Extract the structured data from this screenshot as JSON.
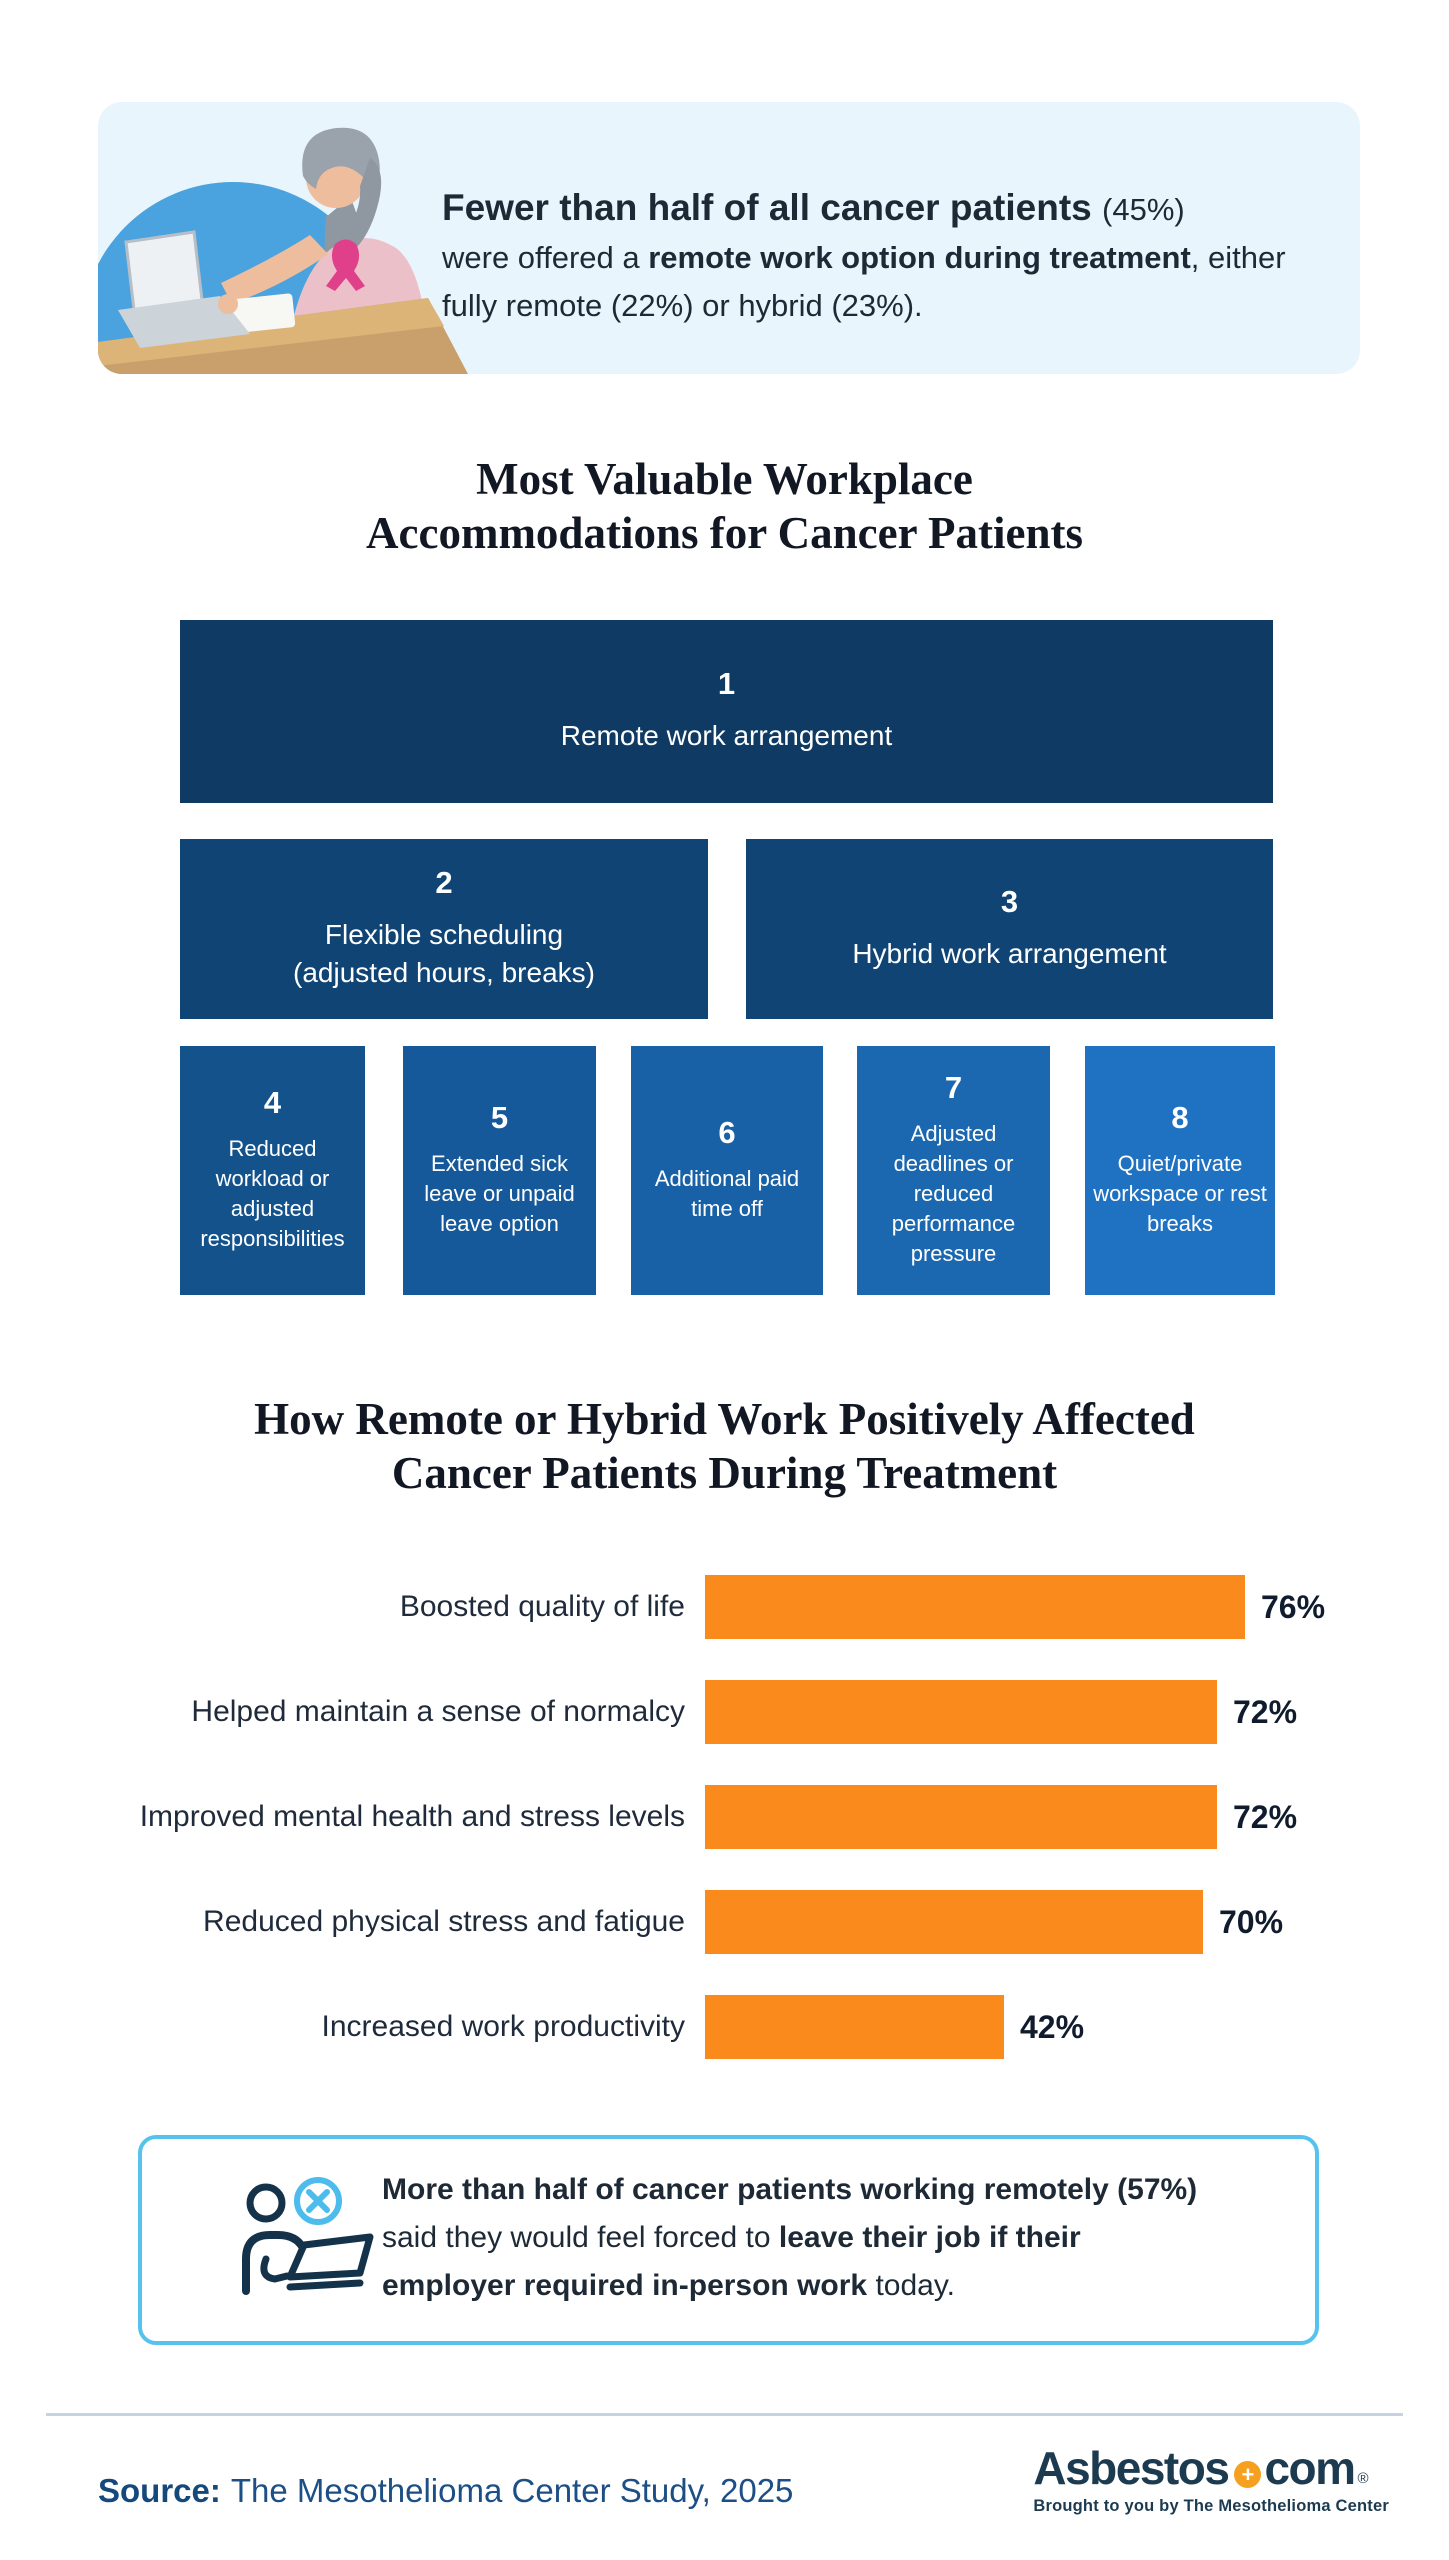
{
  "banner": {
    "bg": "#e9f5fc",
    "image_alt": "cancer patient in headscarf working on a laptop",
    "lines": [
      {
        "cls": "lead",
        "segs": [
          {
            "t": "Fewer than half of all cancer patients",
            "b": true
          },
          {
            "t": " ",
            "b": false
          },
          {
            "t": "(45%)",
            "b": false,
            "s": true
          }
        ]
      },
      {
        "segs": [
          {
            "t": "were offered a ",
            "b": false
          },
          {
            "t": "remote work option during treatment",
            "b": true
          },
          {
            "t": ", either",
            "b": false
          }
        ]
      },
      {
        "segs": [
          {
            "t": "fully remote (22%) or hybrid (23%).",
            "b": false
          }
        ]
      }
    ]
  },
  "section1": {
    "title_lines": [
      "Most Valuable Workplace",
      "Accommodations for Cancer Patients"
    ],
    "items": [
      {
        "rank": "1",
        "label": "Remote work arrangement",
        "color": "#0e3a63"
      },
      {
        "rank": "2",
        "label": "Flexible scheduling\n(adjusted hours, breaks)",
        "color": "#0f4474"
      },
      {
        "rank": "3",
        "label": "Hybrid work arrangement",
        "color": "#0f4474"
      },
      {
        "rank": "4",
        "label": "Reduced workload or adjusted responsibilities",
        "color": "#14528b"
      },
      {
        "rank": "5",
        "label": "Extended sick leave or unpaid leave option",
        "color": "#16599a"
      },
      {
        "rank": "6",
        "label": "Additional paid time off",
        "color": "#1861a6"
      },
      {
        "rank": "7",
        "label": "Adjusted deadlines or reduced performance pressure",
        "color": "#1b68b0"
      },
      {
        "rank": "8",
        "label": "Quiet/private workspace or rest breaks",
        "color": "#1f72c1"
      }
    ]
  },
  "section2": {
    "title_lines": [
      "How Remote or Hybrid Work Positively Affected",
      "Cancer Patients During Treatment"
    ]
  },
  "chart_data": {
    "type": "bar",
    "orientation": "horizontal",
    "title": "How Remote or Hybrid Work Positively Affected Cancer Patients During Treatment",
    "categories": [
      "Boosted quality of life",
      "Helped maintain a sense of normalcy",
      "Improved mental health and stress levels",
      "Reduced physical stress and fatigue",
      "Increased work productivity"
    ],
    "values": [
      76,
      72,
      72,
      70,
      42
    ],
    "value_labels": [
      "76%",
      "72%",
      "72%",
      "70%",
      "42%"
    ],
    "xlim": [
      0,
      100
    ],
    "bar_color": "#f98a1b",
    "grid": false,
    "legend": false
  },
  "callout": {
    "border_color": "#56c3ee",
    "icon": "remote-worker-blocked-icon",
    "lines": [
      {
        "segs": [
          {
            "t": "More than half of cancer patients working remotely (57%)",
            "b": true
          }
        ]
      },
      {
        "segs": [
          {
            "t": "said they would feel forced to ",
            "b": false
          },
          {
            "t": "leave their job if their",
            "b": true
          }
        ]
      },
      {
        "segs": [
          {
            "t": "employer required in-person work",
            "b": true
          },
          {
            "t": " today.",
            "b": false
          }
        ]
      }
    ]
  },
  "footer": {
    "source_label": "Source:",
    "source_value": "The Mesothelioma Center Study, 2025",
    "logo": {
      "name": "Asbestos",
      "plus": "+",
      "tld": "com",
      "registered": "®",
      "tagline": "Brought to you by The Mesothelioma Center",
      "navy": "#1d3b50",
      "orange": "#f6a01f"
    }
  },
  "colors": {
    "accent_blue": "#56c3ee",
    "bar_orange": "#f98a1b",
    "navy_text": "#1e2936",
    "footer_navy": "#1c4f86",
    "divider": "#c6d3e2",
    "photo_circle": "#4aa3de"
  }
}
